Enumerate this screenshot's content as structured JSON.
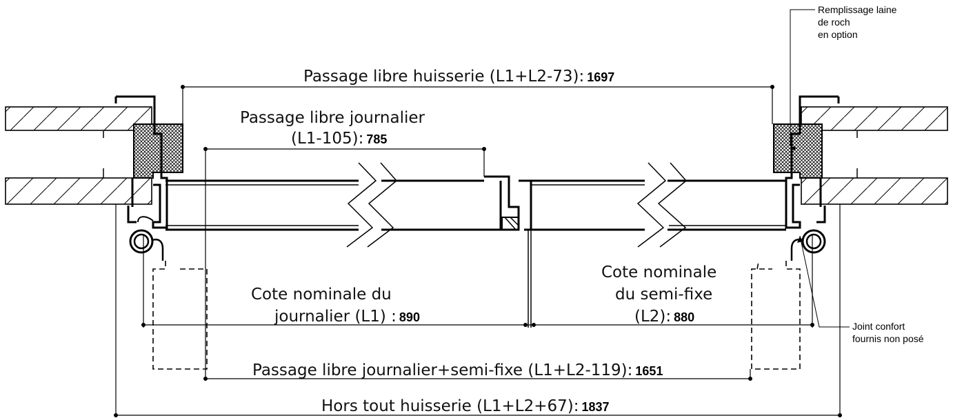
{
  "labels": {
    "huisserie_libre": "Passage libre huisserie (L1+L2-73):",
    "huisserie_libre_val": "1697",
    "journalier_libre_l1": "Passage libre journalier",
    "journalier_libre_l2": "(L1-105):",
    "journalier_libre_val": "785",
    "cote_journalier_l1": "Cote nominale du",
    "cote_journalier_l2": "journalier (L1) :",
    "cote_journalier_val": "890",
    "cote_semi_l1": "Cote nominale",
    "cote_semi_l2": "du semi-fixe",
    "cote_semi_l3": "(L2):",
    "cote_semi_val": "880",
    "journalier_semi_libre": "Passage libre journalier+semi-fixe (L1+L2-119):",
    "journalier_semi_libre_val": "1651",
    "hors_tout": "Hors tout huisserie (L1+L2+67):",
    "hors_tout_val": "1837"
  },
  "notes": {
    "remplissage_1": "Remplissage laine",
    "remplissage_2": "de roch",
    "remplissage_3": "en option",
    "joint_1": "Joint confort",
    "joint_2": "fournis non posé"
  }
}
